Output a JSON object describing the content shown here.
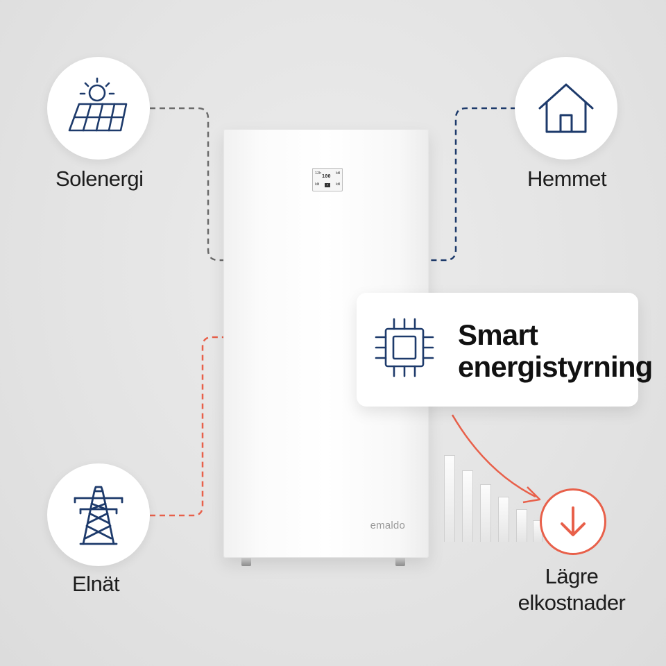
{
  "nodes": {
    "solar": {
      "label": "Solenergi"
    },
    "home": {
      "label": "Hemmet"
    },
    "grid": {
      "label": "Elnät"
    }
  },
  "unit": {
    "brand": "emaldo",
    "display": {
      "main": "100",
      "top_left": "12h",
      "top_right": "kW",
      "bottom_left": "kW",
      "bottom_right": "kW",
      "bolt": "⚡"
    }
  },
  "smart_card": {
    "title_line1": "Smart",
    "title_line2": "energistyrning"
  },
  "result": {
    "label_line1": "Lägre",
    "label_line2": "elkostnader"
  },
  "colors": {
    "navy": "#1d3a6b",
    "coral": "#e8604a",
    "gray_line": "#6b6b6b"
  },
  "icons": {
    "solar": "solar-panel-icon",
    "home": "house-icon",
    "grid": "power-pylon-icon",
    "chip": "processor-chip-icon",
    "down": "arrow-down-icon"
  }
}
